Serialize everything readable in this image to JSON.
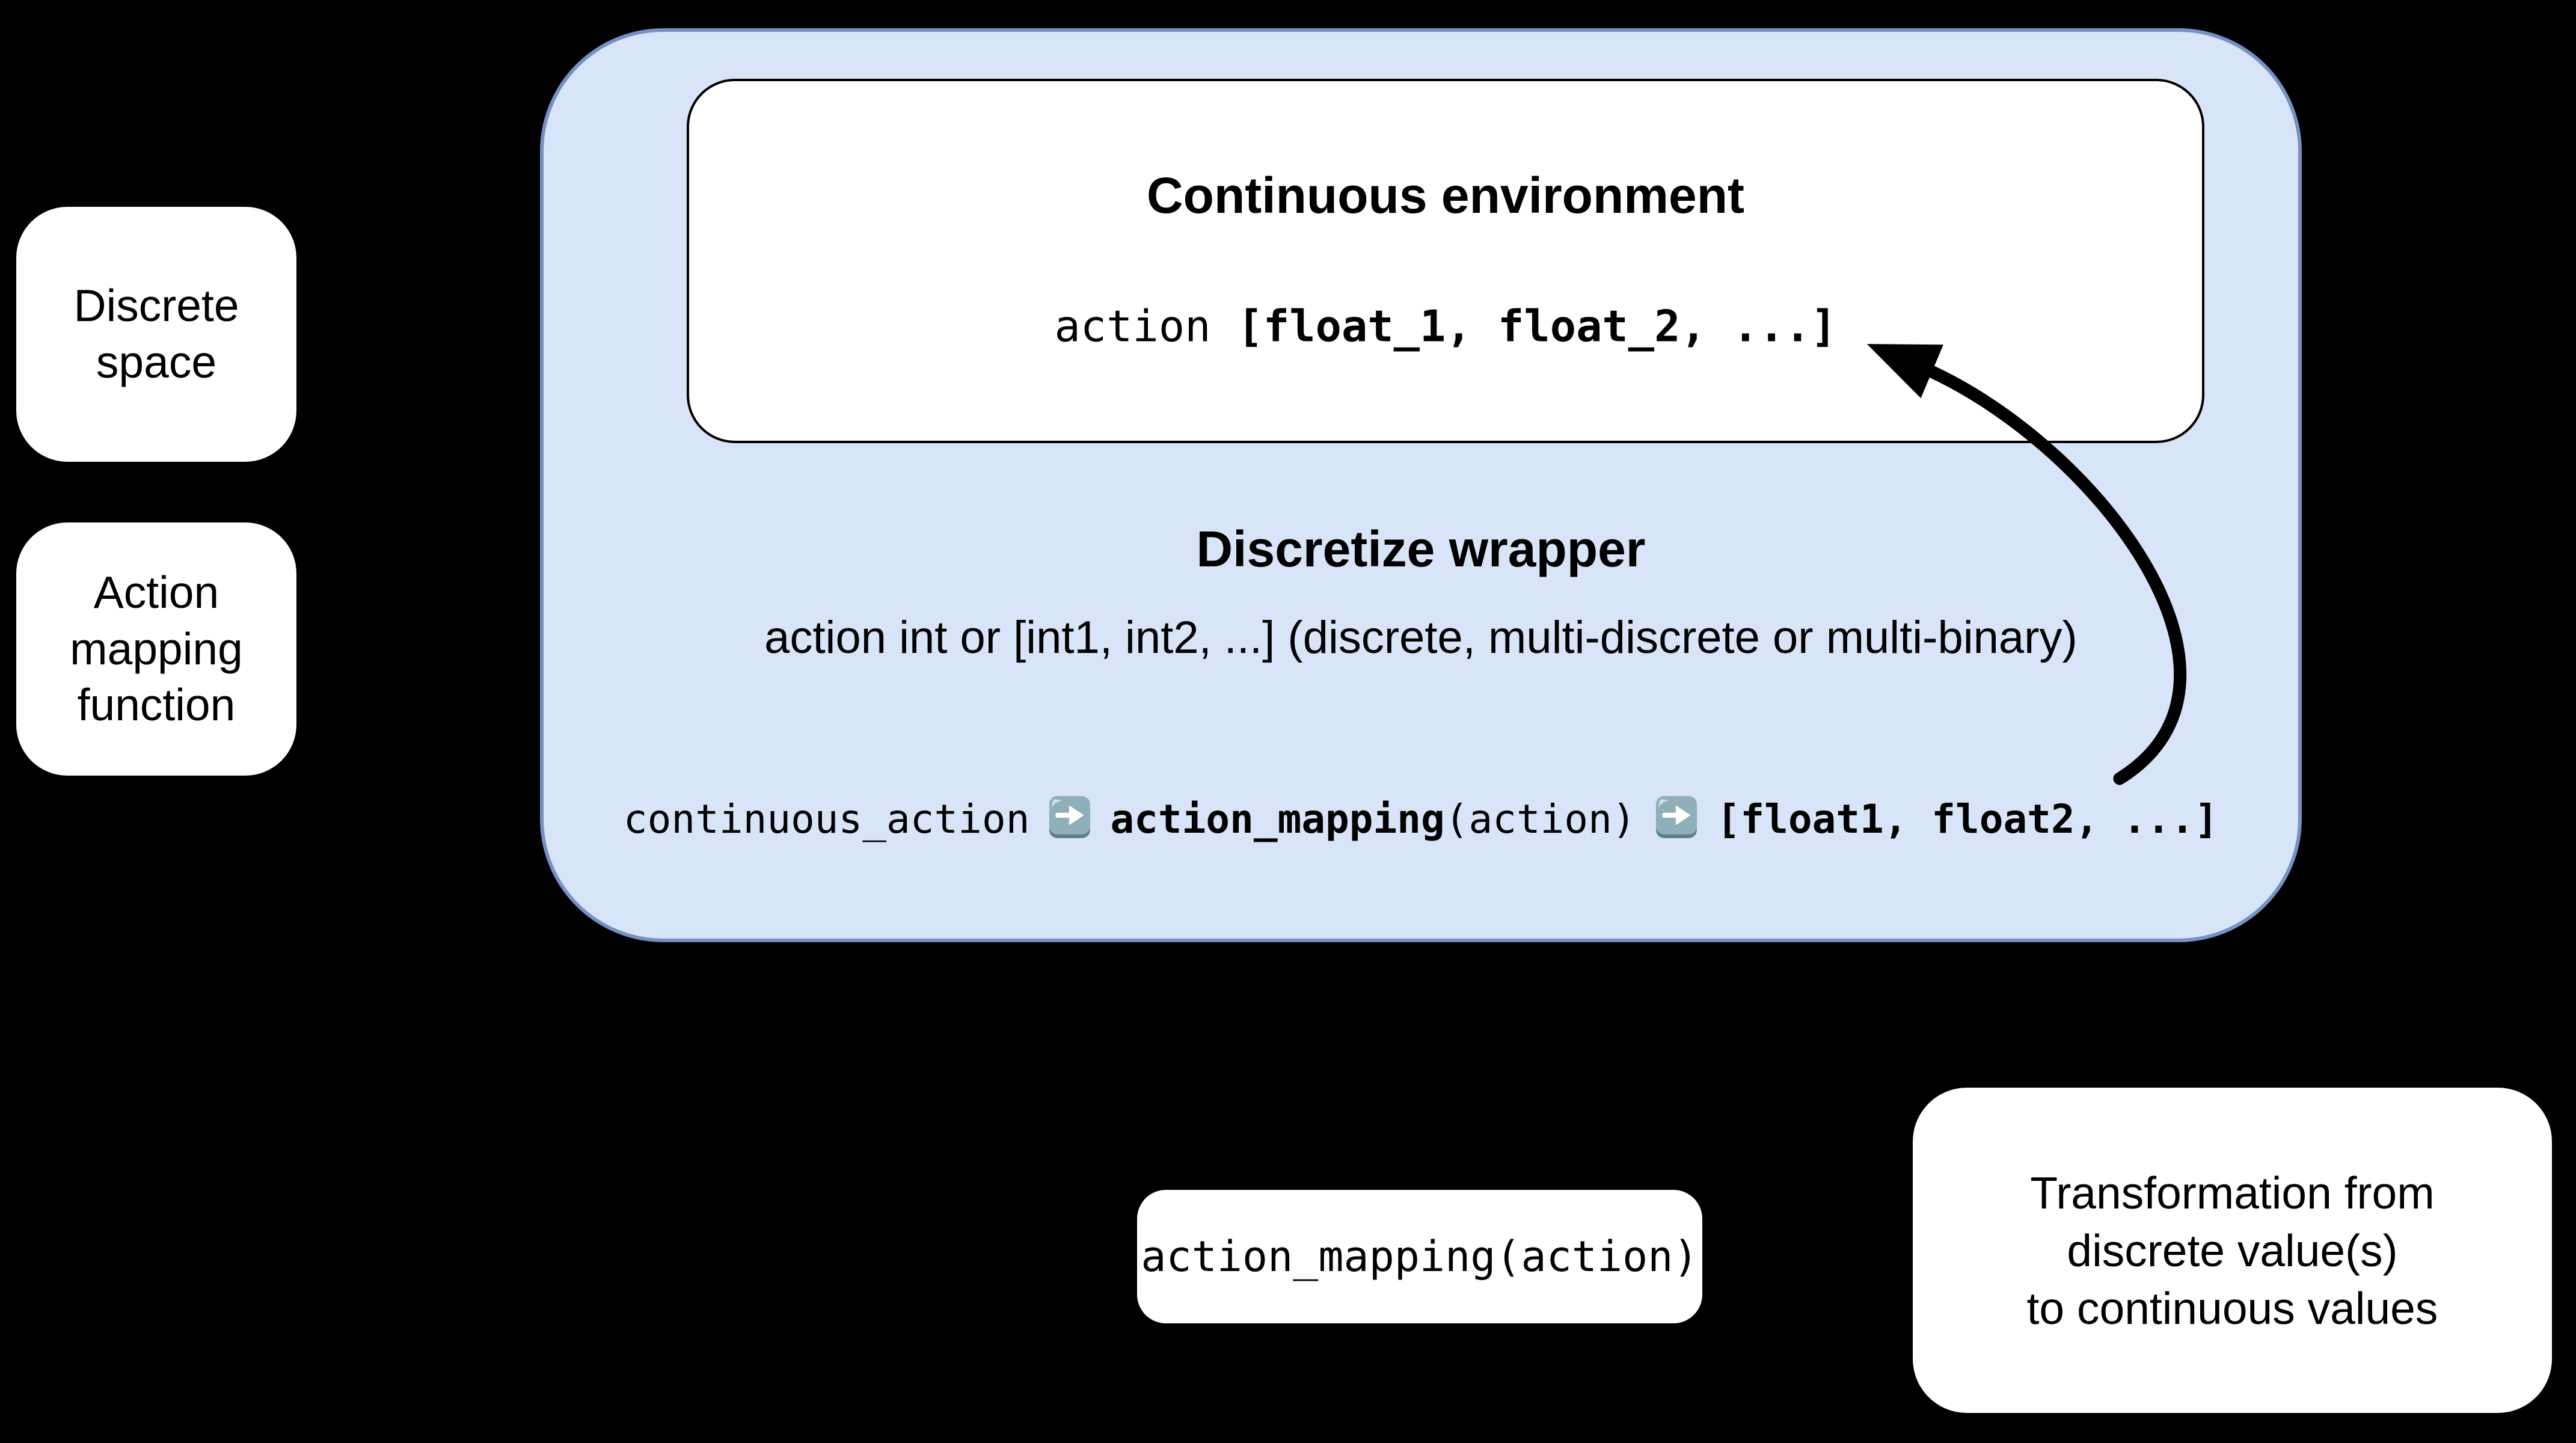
{
  "colors": {
    "bg": "#000000",
    "panel-blue": "#d8e4f7",
    "panel-border": "#7490c4",
    "box-white": "#ffffff",
    "ink": "#000000",
    "env-border": "#000000",
    "icon-base": "#8fafba",
    "icon-shadow": "#5e7e8a",
    "icon-highlight": "#cfe0e6",
    "icon-arrow": "#ffffff"
  },
  "left_boxes": {
    "discrete_space": "Discrete space",
    "action_mapping_function": "Action mapping function"
  },
  "wrapper": {
    "title": "Discretize wrapper",
    "subtitle": "action int or [int1, int2, ...] (discrete, multi-discrete or multi-binary)",
    "env_box": {
      "title": "Continuous environment",
      "code_prefix": "action",
      "code_value": "[float_1, float_2, ...]"
    },
    "pipeline": {
      "input": "continuous_action",
      "fn_name": "action_mapping",
      "fn_args": "(action)",
      "output": "[float1, float2, ...]"
    }
  },
  "bottom_boxes": {
    "mapping_call": "action_mapping(action)",
    "transformation": {
      "line1": "Transformation from",
      "line2": "discrete value(s)",
      "line3": "to continuous values"
    }
  }
}
